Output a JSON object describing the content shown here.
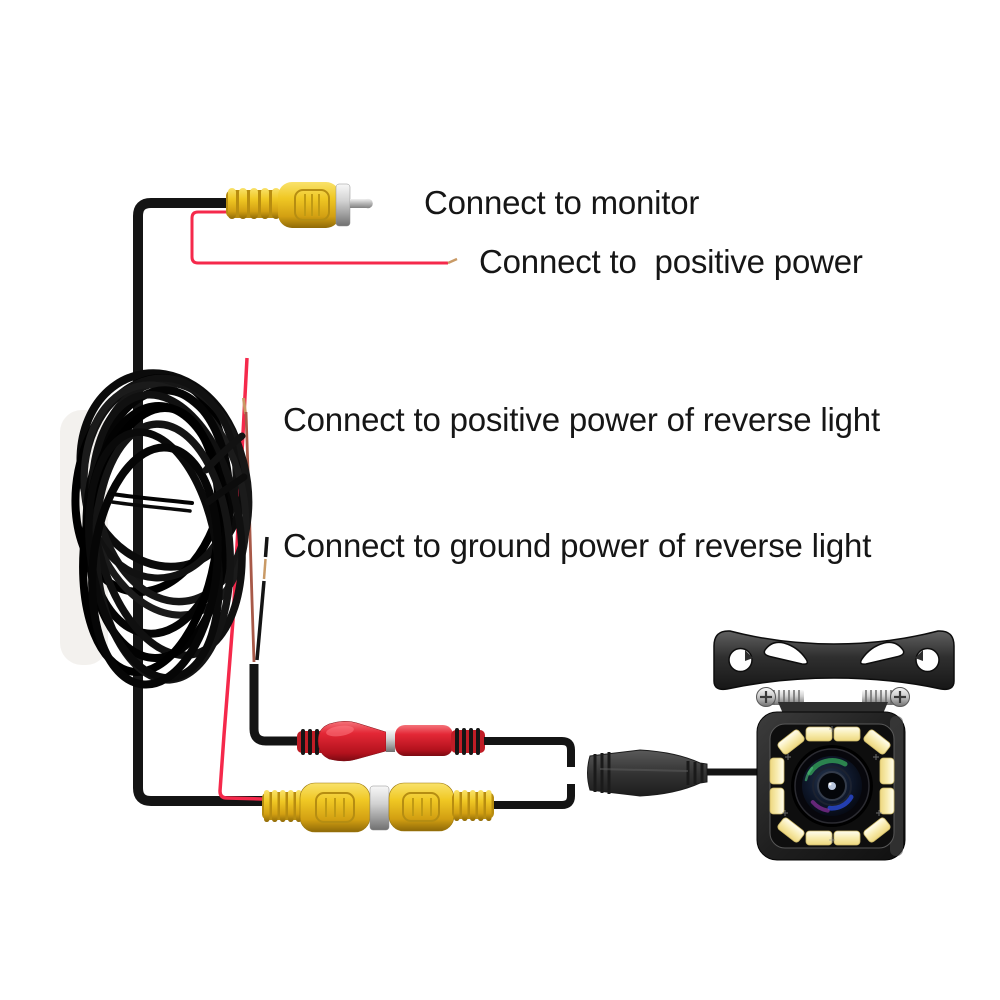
{
  "labels": {
    "monitor": "Connect to monitor",
    "positive_power": "Connect to  positive power",
    "reverse_light_positive": "Connect to positive power of reverse light",
    "reverse_light_ground": "Connect to ground power of reverse light"
  },
  "colors": {
    "background": "#ffffff",
    "label_text": "#161616",
    "cable_black": "#141414",
    "rca_yellow": "#eec51f",
    "power_connector_red": "#d91f2b",
    "power_wire_red": "#f5294b",
    "bare_copper": "#c99a66",
    "ground_wire_black": "#141414",
    "dark_lead_wire": "#a85948",
    "led_warm_white": "#f8ecb0",
    "metal_silver": "#c9c9c9"
  }
}
